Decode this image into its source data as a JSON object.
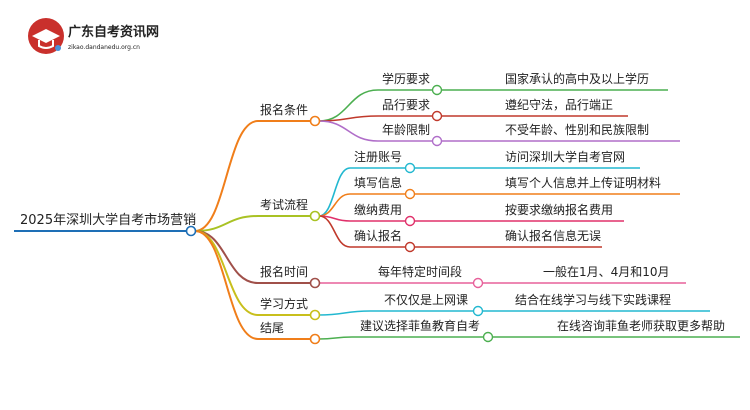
{
  "logo": {
    "title": "广东自考资讯网",
    "subtitle": "zikao.dandanedu.org.cn",
    "colors": {
      "circle": "#c9302c",
      "cap": "#ffffff",
      "dot": "#4a90d9"
    }
  },
  "root": {
    "label": "2025年深圳大学自考市场营销",
    "color": "#1e6fb6"
  },
  "branches": [
    {
      "label": "报名条件",
      "color": "#f07e1a",
      "children": [
        {
          "label": "学历要求",
          "color": "#4caf50",
          "leaf": "国家承认的高中及以上学历"
        },
        {
          "label": "品行要求",
          "color": "#c0392b",
          "leaf": "遵纪守法，品行端正"
        },
        {
          "label": "年龄限制",
          "color": "#b06ec9",
          "leaf": "不受年龄、性别和民族限制"
        }
      ]
    },
    {
      "label": "考试流程",
      "color": "#a9c224",
      "children": [
        {
          "label": "注册账号",
          "color": "#22b8d0",
          "leaf": "访问深圳大学自考官网"
        },
        {
          "label": "填写信息",
          "color": "#f07e1a",
          "leaf": "填写个人信息并上传证明材料"
        },
        {
          "label": "缴纳费用",
          "color": "#e0306a",
          "leaf": "按要求缴纳报名费用"
        },
        {
          "label": "确认报名",
          "color": "#c0392b",
          "leaf": "确认报名信息无误"
        }
      ]
    },
    {
      "label": "报名时间",
      "color": "#a0504a",
      "children": [
        {
          "label": "每年特定时间段",
          "color": "#e7609a",
          "leaf": "一般在1月、4月和10月"
        }
      ]
    },
    {
      "label": "学习方式",
      "color": "#c8bf1c",
      "children": [
        {
          "label": "不仅仅是上网课",
          "color": "#22b8d0",
          "leaf": "结合在线学习与线下实践课程"
        }
      ]
    },
    {
      "label": "结尾",
      "color": "#f07e1a",
      "children": [
        {
          "label": "建议选择菲鱼教育自考",
          "color": "#4caf50",
          "leaf": "在线咨询菲鱼老师获取更多帮助"
        }
      ]
    }
  ]
}
